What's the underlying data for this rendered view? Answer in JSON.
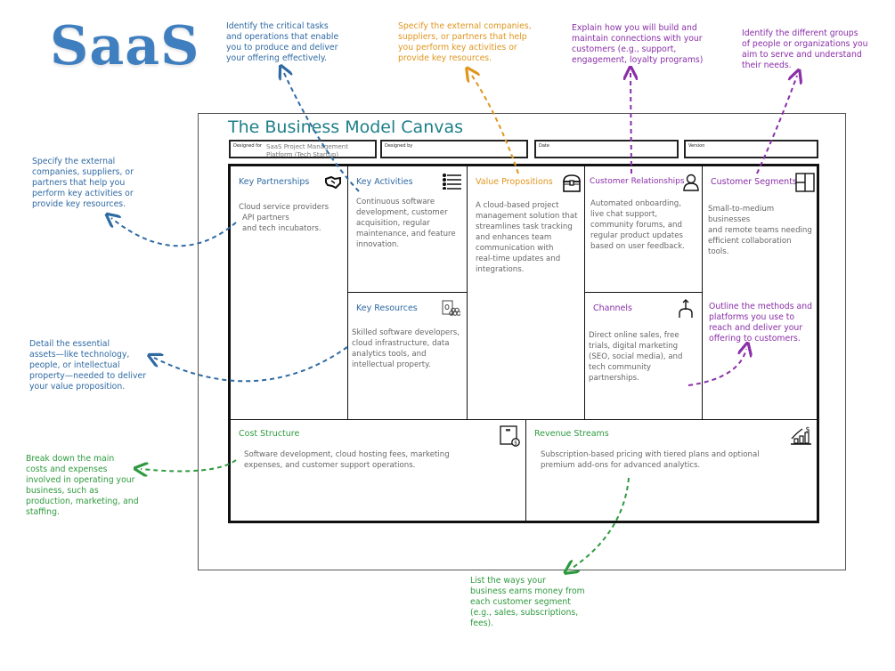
{
  "logo": "SaaS",
  "title": "The Business Model Canvas",
  "header_fields": [
    {
      "label": "Designed for",
      "value": "SaaS Project Management Platform (Tech Startup)"
    },
    {
      "label": "Designed by",
      "value": ""
    },
    {
      "label": "Date",
      "value": ""
    },
    {
      "label": "Version",
      "value": ""
    }
  ],
  "blocks": {
    "key_partnerships": {
      "title": "Key Partnerships",
      "icon": "handshake-icon",
      "body": [
        "Cloud service providers",
        "API partners",
        "and tech incubators."
      ]
    },
    "key_activities": {
      "title": "Key Activities",
      "icon": "checklist-icon",
      "body": [
        "Continuous software",
        "development, customer",
        "acquisition, regular",
        "maintenance, and feature",
        "innovation."
      ]
    },
    "key_resources": {
      "title": "Key Resources",
      "icon": "resources-icon",
      "body": [
        "Skilled software developers,",
        "cloud infrastructure, data",
        "analytics tools, and",
        "intellectual property."
      ]
    },
    "value_propositions": {
      "title": "Value Propositions",
      "icon": "treasure-chest-icon",
      "body": [
        "A cloud-based project",
        "management solution that",
        "streamlines task tracking",
        "and enhances team",
        "communication with",
        "real-time updates and",
        "integrations."
      ]
    },
    "customer_relationships": {
      "title": "Customer Relationships",
      "icon": "person-icon",
      "body": [
        "Automated onboarding,",
        "live chat support,",
        "community forums, and",
        "regular product updates",
        "based on user feedback."
      ]
    },
    "channels": {
      "title": "Channels",
      "icon": "fork-arrow-icon",
      "body": [
        "Direct online sales, free",
        "trials, digital marketing",
        "(SEO, social media), and",
        "tech community",
        "partnerships."
      ]
    },
    "customer_segments": {
      "title": "Customer Segments",
      "icon": "segments-icon",
      "body": [
        "Small-to-medium businesses",
        "and remote teams needing",
        "efficient collaboration",
        "tools."
      ]
    },
    "cost_structure": {
      "title": "Cost Structure",
      "icon": "cost-box-icon",
      "body": [
        "Software development, cloud hosting fees, marketing",
        "expenses, and customer support operations."
      ]
    },
    "revenue_streams": {
      "title": "Revenue Streams",
      "icon": "revenue-chart-icon",
      "body": [
        "Subscription-based pricing with tiered plans and optional",
        "premium add-ons for advanced analytics."
      ]
    }
  },
  "annotations": {
    "key_activities": [
      "Identify the critical tasks",
      "and operations that enable",
      "you to produce and deliver",
      "your offering effectively."
    ],
    "value_propositions": [
      "Specify the external companies,",
      "suppliers, or partners that help",
      "you perform key activities or",
      "provide key resources."
    ],
    "customer_relationships": [
      "Explain how you will build and",
      "maintain connections with your",
      "customers (e.g., support,",
      "engagement, loyalty programs)"
    ],
    "customer_segments": [
      "Identify the different groups",
      "of people or organizations you",
      "aim to serve and understand",
      "their needs."
    ],
    "key_partnerships": [
      "Specify the external",
      "companies, suppliers, or",
      "partners that help you",
      "perform key activities or",
      "provide key resources."
    ],
    "key_resources": [
      "Detail the essential",
      "assets—like technology,",
      "people, or intellectual",
      "property—needed to deliver",
      "your value proposition."
    ],
    "channels": [
      "Outline the methods and",
      "platforms you use to",
      "reach and deliver your",
      "offering to customers."
    ],
    "cost_structure": [
      "Break down the main",
      "costs and expenses",
      "involved in operating your",
      "business, such as",
      "production, marketing, and",
      "staffing."
    ],
    "revenue_streams": [
      "List the ways your",
      "business earns money from",
      "each customer segment",
      "(e.g., sales, subscriptions,",
      "fees)."
    ]
  },
  "colors": {
    "blue": "#2f6aa3",
    "orange": "#e0961f",
    "purple": "#8a2fa8",
    "green": "#2e9a3e",
    "title_teal": "#1e7f8a",
    "logo_blue": "#3f7fbf"
  }
}
